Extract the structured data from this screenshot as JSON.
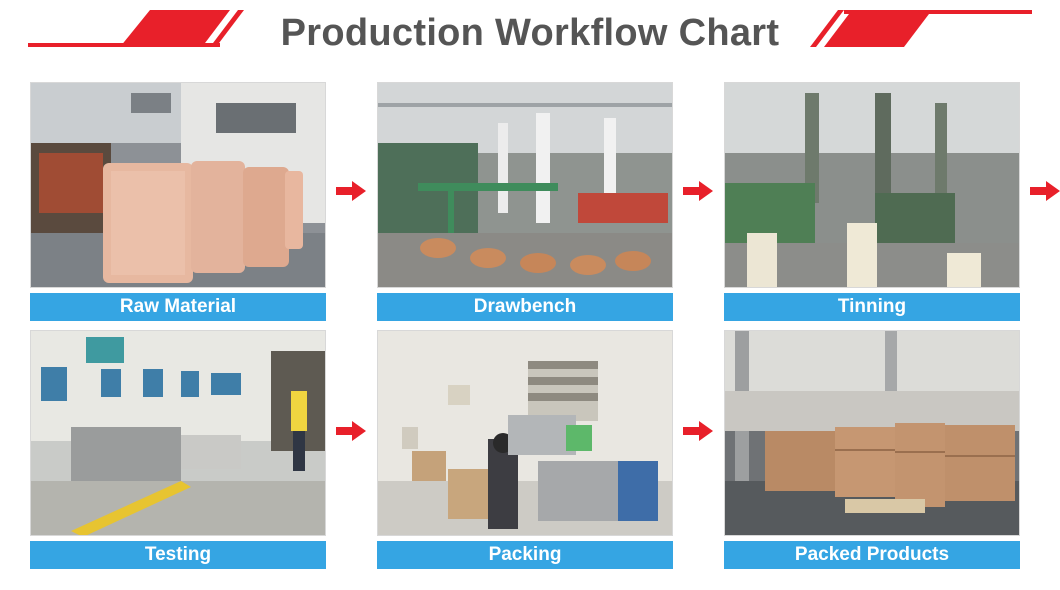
{
  "header": {
    "title": "Production Workflow Chart",
    "accent_color": "#e8202a"
  },
  "label_color": "#35a5e3",
  "steps": [
    {
      "label": "Raw Material",
      "photo": "copper-wire-coils-photo"
    },
    {
      "label": "Drawbench",
      "photo": "wire-drawing-machines-photo"
    },
    {
      "label": "Tinning",
      "photo": "tinning-line-photo"
    },
    {
      "label": "Testing",
      "photo": "salt-spray-test-chambers-photo"
    },
    {
      "label": "Packing",
      "photo": "worker-packing-boxes-photo"
    },
    {
      "label": "Packed Products",
      "photo": "stacked-cartons-warehouse-photo"
    }
  ],
  "icons": {
    "flow_arrow": "arrow-right-icon"
  }
}
